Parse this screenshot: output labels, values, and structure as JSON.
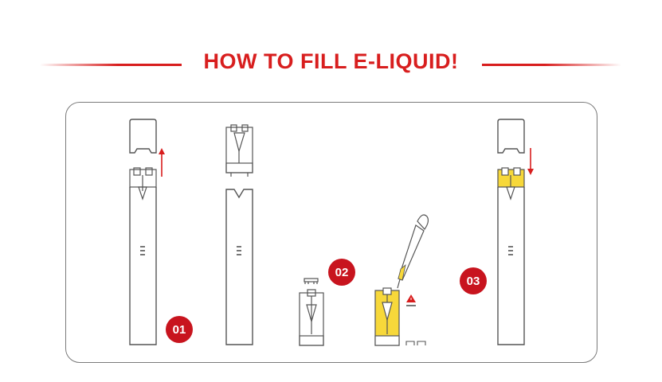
{
  "title": "HOW TO FILL E-LIQUID!",
  "steps": [
    {
      "number": "01"
    },
    {
      "number": "02"
    },
    {
      "number": "03"
    }
  ],
  "colors": {
    "accent": "#d81e1e",
    "badge": "#c8141e",
    "liquid": "#f7d83a",
    "line": "#555555",
    "panel_border": "#7a7a7a"
  },
  "icons": [
    "arrow-up-icon",
    "arrow-down-icon",
    "warning-icon",
    "dropper-icon"
  ]
}
